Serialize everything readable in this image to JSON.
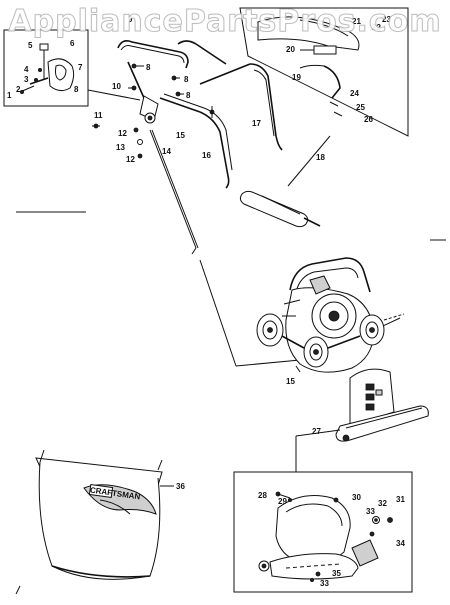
{
  "watermark": "AppliancePartsPros.com",
  "callouts": {
    "c1": "1",
    "c2": "2",
    "c3": "3",
    "c4": "4",
    "c5": "5",
    "c6": "6",
    "c7": "7",
    "c8a": "8",
    "c8b": "8",
    "c8c": "8",
    "c8d": "8",
    "c9": "9",
    "c10": "10",
    "c11": "11",
    "c12a": "12",
    "c12b": "12",
    "c13": "13",
    "c14": "14",
    "c15a": "15",
    "c15b": "15",
    "c16": "16",
    "c17": "17",
    "c18": "18",
    "c19": "19",
    "c20": "20",
    "c21": "21",
    "c22": "22",
    "c23": "23",
    "c24": "24",
    "c25": "25",
    "c26": "26",
    "c27": "27",
    "c28": "28",
    "c29": "29",
    "c30": "30",
    "c31": "31",
    "c32": "32",
    "c33a": "33",
    "c33b": "33",
    "c34": "34",
    "c35": "35",
    "c36": "36"
  },
  "bag_brand": "CRAFTSMAN"
}
